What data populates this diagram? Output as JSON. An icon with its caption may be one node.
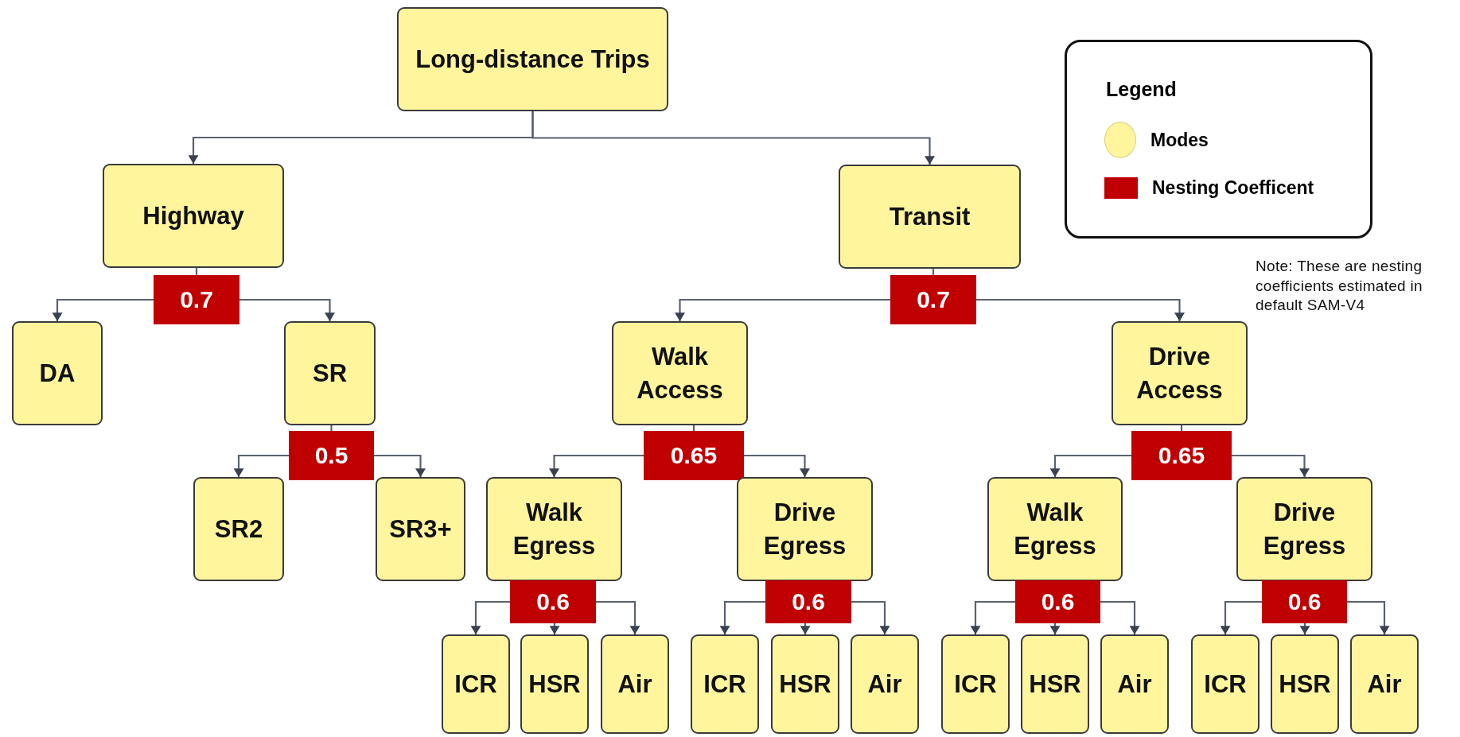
{
  "diagram": {
    "nodes": [
      {
        "text": [
          "Long-distance Trips"
        ]
      },
      {
        "text": [
          "Highway"
        ]
      },
      {
        "text": [
          "Transit"
        ]
      },
      {
        "text": [
          "0.7"
        ]
      },
      {
        "text": [
          "0.7"
        ]
      },
      {
        "text": [
          "DA"
        ]
      },
      {
        "text": [
          "SR"
        ]
      },
      {
        "text": [
          "Walk Access"
        ]
      },
      {
        "text": [
          "Drive Access"
        ]
      },
      {
        "text": [
          "0.5"
        ]
      },
      {
        "text": [
          "0.65"
        ]
      },
      {
        "text": [
          "0.65"
        ]
      },
      {
        "text": [
          "SR2"
        ]
      },
      {
        "text": [
          "SR3+"
        ]
      },
      {
        "text": [
          "Walk Egress"
        ]
      },
      {
        "text": [
          "Drive Egress"
        ]
      },
      {
        "text": [
          "Walk Egress"
        ]
      },
      {
        "text": [
          "Drive Egress"
        ]
      },
      {
        "text": [
          "0.6"
        ]
      },
      {
        "text": [
          "0.6"
        ]
      },
      {
        "text": [
          "0.6"
        ]
      },
      {
        "text": [
          "0.6"
        ]
      },
      {
        "text": [
          "ICR"
        ]
      },
      {
        "text": [
          "HSR"
        ]
      },
      {
        "text": [
          "Air"
        ]
      },
      {
        "text": [
          "ICR"
        ]
      },
      {
        "text": [
          "HSR"
        ]
      },
      {
        "text": [
          "Air"
        ]
      },
      {
        "text": [
          "ICR"
        ]
      },
      {
        "text": [
          "HSR"
        ]
      },
      {
        "text": [
          "Air"
        ]
      },
      {
        "text": [
          "ICR"
        ]
      },
      {
        "text": [
          "HSR"
        ]
      },
      {
        "text": [
          "Air"
        ]
      }
    ],
    "edges": [
      {
        "from": 0,
        "to": 1,
        "arrow": "to"
      },
      {
        "from": 0,
        "to": 2,
        "arrow": "to"
      },
      {
        "from": 1,
        "to": 3,
        "arrow": "none"
      },
      {
        "from": 2,
        "to": 4,
        "arrow": "none"
      },
      {
        "from": 3,
        "to": 5,
        "arrow": "to"
      },
      {
        "from": 3,
        "to": 6,
        "arrow": "to"
      },
      {
        "from": 4,
        "to": 7,
        "arrow": "to"
      },
      {
        "from": 4,
        "to": 8,
        "arrow": "to"
      },
      {
        "from": 6,
        "to": 9,
        "arrow": "none"
      },
      {
        "from": 7,
        "to": 10,
        "arrow": "none"
      },
      {
        "from": 8,
        "to": 11,
        "arrow": "none"
      },
      {
        "from": 9,
        "to": 12,
        "arrow": "to"
      },
      {
        "from": 9,
        "to": 13,
        "arrow": "to"
      },
      {
        "from": 10,
        "to": 14,
        "arrow": "to"
      },
      {
        "from": 10,
        "to": 15,
        "arrow": "to"
      },
      {
        "from": 11,
        "to": 16,
        "arrow": "to"
      },
      {
        "from": 11,
        "to": 17,
        "arrow": "to"
      },
      {
        "from": 18,
        "to": 22,
        "arrow": "to"
      },
      {
        "from": 18,
        "to": 23,
        "arrow": "to"
      },
      {
        "from": 18,
        "to": 24,
        "arrow": "to"
      },
      {
        "from": 19,
        "to": 25,
        "arrow": "to"
      },
      {
        "from": 19,
        "to": 26,
        "arrow": "to"
      },
      {
        "from": 19,
        "to": 27,
        "arrow": "to"
      },
      {
        "from": 20,
        "to": 28,
        "arrow": "to"
      },
      {
        "from": 20,
        "to": 29,
        "arrow": "to"
      },
      {
        "from": 20,
        "to": 30,
        "arrow": "to"
      },
      {
        "from": 21,
        "to": 31,
        "arrow": "to"
      },
      {
        "from": 21,
        "to": 32,
        "arrow": "to"
      },
      {
        "from": 21,
        "to": 33,
        "arrow": "to"
      }
    ],
    "labels": [
      "Legend",
      "Note: These are nesting coefficients estimated in default SAM-V4"
    ],
    "legend": [
      {
        "text": "Modes",
        "color": "#fff59d"
      },
      {
        "text": "Nesting Coefficent",
        "color": "#c00000"
      }
    ]
  }
}
